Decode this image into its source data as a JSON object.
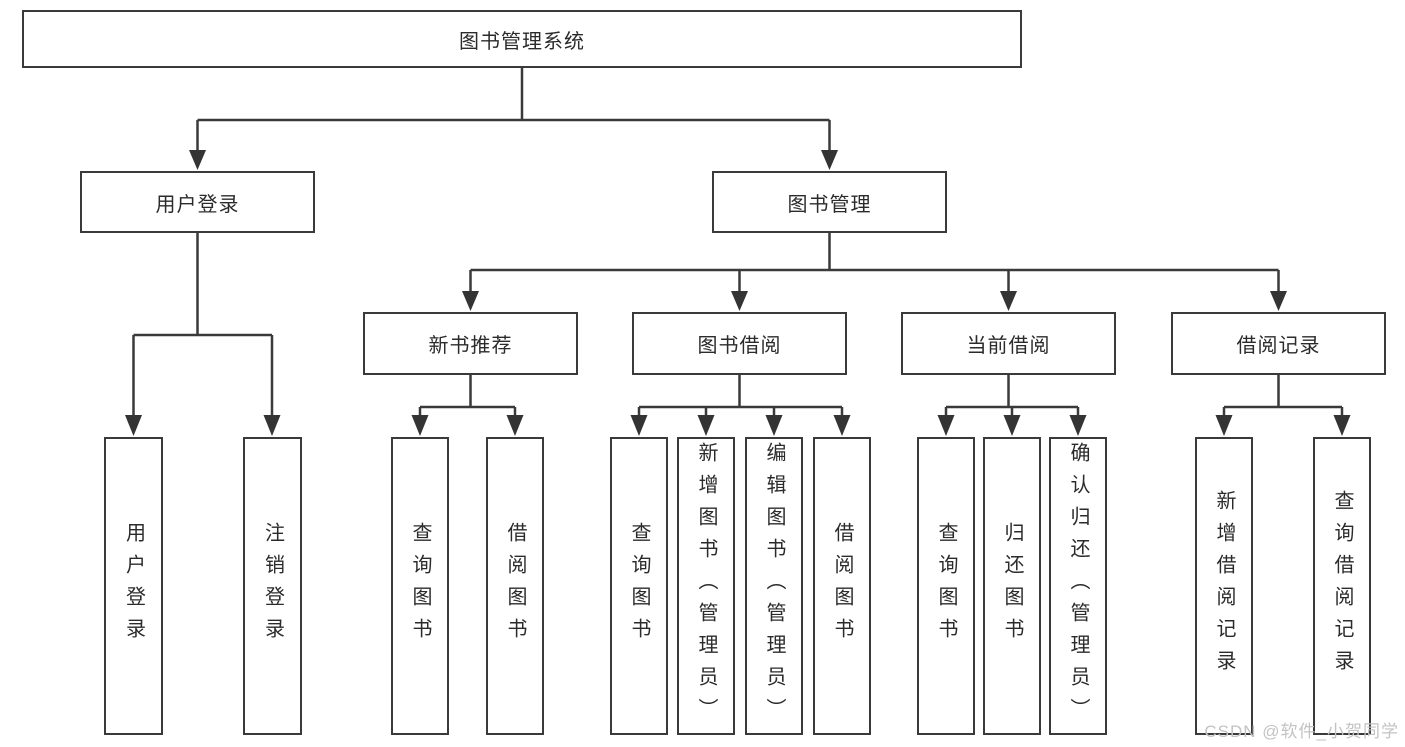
{
  "diagram": {
    "root_label": "图书管理系统",
    "level2": [
      {
        "label": "用户登录",
        "leaves": [
          "用户登录",
          "注销登录"
        ]
      },
      {
        "label": "图书管理",
        "groups": [
          {
            "label": "新书推荐",
            "leaves": [
              "查询图书",
              "借阅图书"
            ]
          },
          {
            "label": "图书借阅",
            "leaves": [
              "查询图书",
              "新增图书（管理员）",
              "编辑图书（管理员）",
              "借阅图书"
            ]
          },
          {
            "label": "当前借阅",
            "leaves": [
              "查询图书",
              "归还图书",
              "确认归还（管理员）"
            ]
          },
          {
            "label": "借阅记录",
            "leaves": [
              "新增借阅记录",
              "查询借阅记录"
            ]
          }
        ]
      }
    ]
  },
  "watermark": "CSDN @软件_小贺同学",
  "colors": {
    "line": "#3a3a3a",
    "box_border": "#3a3a3a",
    "text": "#2b2b2b",
    "watermark": "#c3c3c3",
    "background": "#ffffff"
  }
}
